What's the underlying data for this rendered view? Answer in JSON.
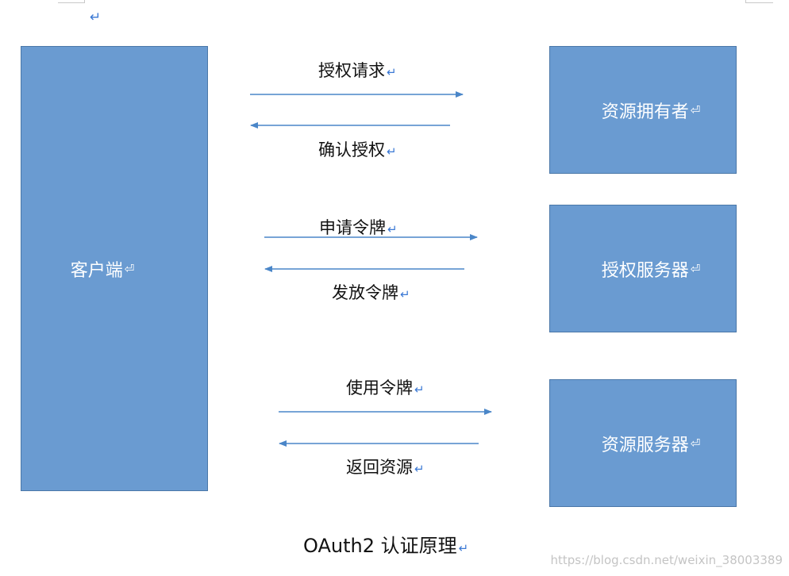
{
  "nodes": {
    "client": "客户端",
    "resource_owner": "资源拥有者",
    "authorization_server": "授权服务器",
    "resource_server": "资源服务器"
  },
  "flows": [
    {
      "label": "授权请求",
      "direction": "right"
    },
    {
      "label": "确认授权",
      "direction": "left"
    },
    {
      "label": "申请令牌",
      "direction": "right"
    },
    {
      "label": "发放令牌",
      "direction": "left"
    },
    {
      "label": "使用令牌",
      "direction": "right"
    },
    {
      "label": "返回资源",
      "direction": "left"
    }
  ],
  "paragraph_mark": "↵",
  "box_paragraph_mark": "⏎",
  "caption": "OAuth2 认证原理",
  "watermark": "https://blog.csdn.net/weixin_38003389",
  "colors": {
    "box_fill": "#6a9bd1",
    "box_border": "#4a77a8",
    "arrow": "#4a86c8",
    "paragraph_mark": "#3a78d4"
  }
}
